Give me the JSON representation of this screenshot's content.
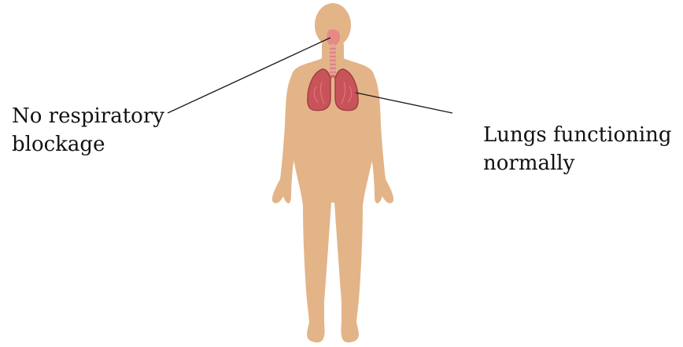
{
  "annotations": [
    {
      "id": "respiratory",
      "lines": [
        "No respiratory",
        "blockage"
      ]
    },
    {
      "id": "lungs",
      "lines": [
        "Lungs functioning",
        "normally"
      ]
    }
  ],
  "colors": {
    "skin": "#E3B488",
    "lung": "#C8545A",
    "lung_dark": "#A33E45",
    "airway": "#E78A85",
    "leader_line": "#1a1a1a",
    "text": "#111111"
  }
}
